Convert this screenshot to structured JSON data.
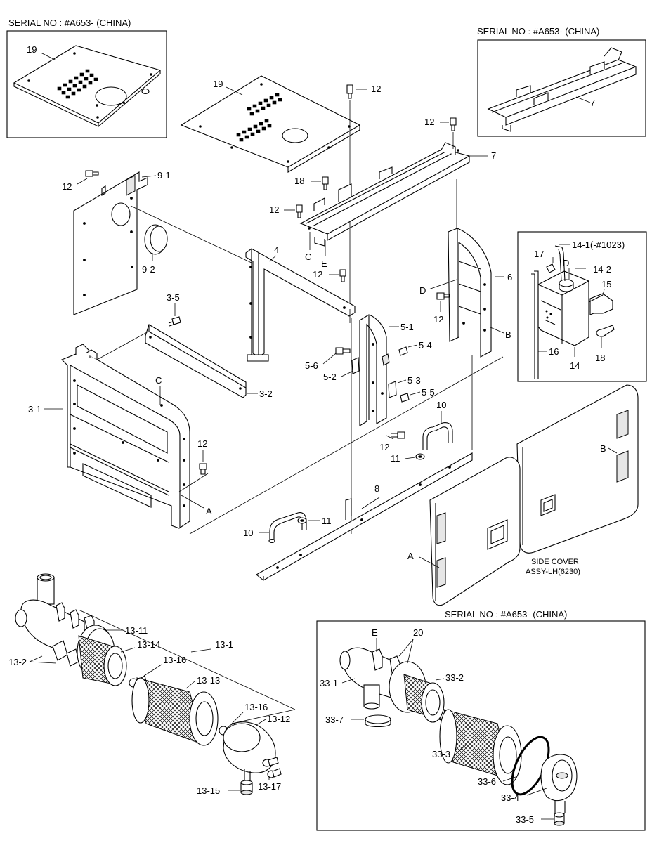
{
  "serial_headers": {
    "top_left": "SERIAL NO : #A653- (CHINA)",
    "top_right": "SERIAL NO : #A653- (CHINA)",
    "bottom_right": "SERIAL NO : #A653- (CHINA)"
  },
  "callouts": {
    "p19_inset": "19",
    "p19": "19",
    "p12_top": "12",
    "p12_b": "12",
    "p7_inset": "7",
    "p7": "7",
    "p12_left": "12",
    "p9_1": "9-1",
    "p9_2": "9-2",
    "p18_top": "18",
    "p12_c": "12",
    "pC_top": "C",
    "pE_top": "E",
    "p4": "4",
    "p12_d": "12",
    "p14_1": "14-1(-#1023)",
    "p17": "17",
    "pD_tank": "D",
    "p14_2": "14-2",
    "p15": "15",
    "p6": "6",
    "pD_frame": "D",
    "p12_e": "12",
    "pB_frame": "B",
    "p16": "16",
    "p14": "14",
    "p18_box": "18",
    "p3_5": "3-5",
    "p5_1": "5-1",
    "p5_4": "5-4",
    "p5_6": "5-6",
    "p5_2": "5-2",
    "p5_3": "5-3",
    "p5_5": "5-5",
    "pC_panel": "C",
    "p3_2": "3-2",
    "p3_1": "3-1",
    "p12_f": "12",
    "p10_right": "10",
    "p12_g": "12",
    "p11_right": "11",
    "pA_frame": "A",
    "p8": "8",
    "p10_left": "10",
    "p11_left": "11",
    "pB_cover": "B",
    "pA_cover": "A",
    "side_cover_line1": "SIDE COVER",
    "side_cover_line2": "ASSY-LH(6230)",
    "p13_11": "13-11",
    "p13_1": "13-1",
    "p13_14": "13-14",
    "p13_16a": "13-16",
    "p13_2": "13-2",
    "p13_13": "13-13",
    "p13_16b": "13-16",
    "p13_12": "13-12",
    "p13_15": "13-15",
    "p13_17": "13-17",
    "pE_filter": "E",
    "p20": "20",
    "p33_1": "33-1",
    "p33_2": "33-2",
    "p33_7": "33-7",
    "p33_3": "33-3",
    "p33_6": "33-6",
    "p33_4": "33-4",
    "p33_5": "33-5"
  }
}
